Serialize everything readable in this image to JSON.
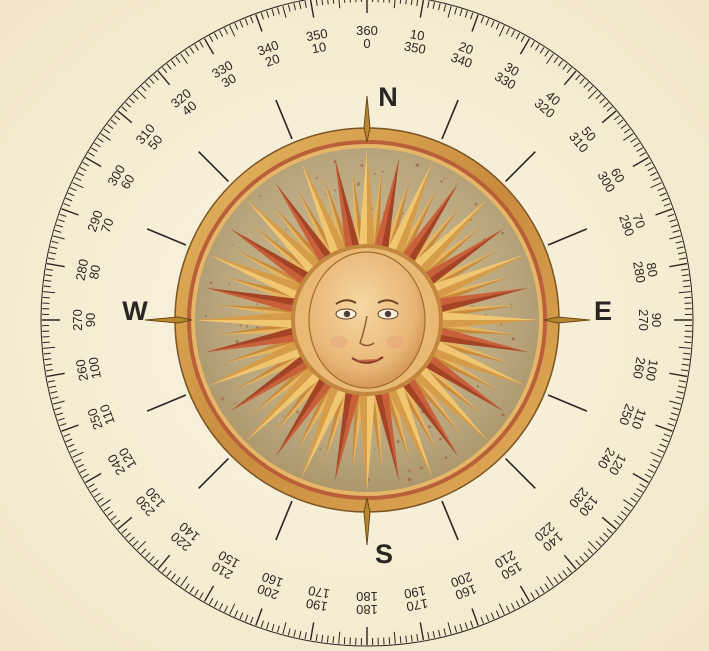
{
  "cardinals": {
    "north": "N",
    "south": "S",
    "east": "E",
    "west": "W"
  },
  "degree_labels": [
    {
      "deg": 0,
      "outer": "360",
      "inner": "0"
    },
    {
      "deg": 10,
      "outer": "10",
      "inner": "350"
    },
    {
      "deg": 20,
      "outer": "20",
      "inner": "340"
    },
    {
      "deg": 30,
      "outer": "30",
      "inner": "330"
    },
    {
      "deg": 40,
      "outer": "40",
      "inner": "320"
    },
    {
      "deg": 50,
      "outer": "50",
      "inner": "310"
    },
    {
      "deg": 60,
      "outer": "60",
      "inner": "300"
    },
    {
      "deg": 70,
      "outer": "70",
      "inner": "290"
    },
    {
      "deg": 80,
      "outer": "80",
      "inner": "280"
    },
    {
      "deg": 90,
      "outer": "90",
      "inner": "270"
    },
    {
      "deg": 100,
      "outer": "100",
      "inner": "260"
    },
    {
      "deg": 110,
      "outer": "110",
      "inner": "250"
    },
    {
      "deg": 120,
      "outer": "120",
      "inner": "240"
    },
    {
      "deg": 130,
      "outer": "130",
      "inner": "230"
    },
    {
      "deg": 140,
      "outer": "140",
      "inner": "220"
    },
    {
      "deg": 150,
      "outer": "150",
      "inner": "210"
    },
    {
      "deg": 160,
      "outer": "160",
      "inner": "200"
    },
    {
      "deg": 170,
      "outer": "170",
      "inner": "190"
    },
    {
      "deg": 180,
      "outer": "180",
      "inner": "180"
    },
    {
      "deg": 190,
      "outer": "190",
      "inner": "170"
    },
    {
      "deg": 200,
      "outer": "200",
      "inner": "160"
    },
    {
      "deg": 210,
      "outer": "210",
      "inner": "150"
    },
    {
      "deg": 220,
      "outer": "220",
      "inner": "140"
    },
    {
      "deg": 230,
      "outer": "230",
      "inner": "130"
    },
    {
      "deg": 240,
      "outer": "240",
      "inner": "120"
    },
    {
      "deg": 250,
      "outer": "250",
      "inner": "110"
    },
    {
      "deg": 260,
      "outer": "260",
      "inner": "100"
    },
    {
      "deg": 270,
      "outer": "270",
      "inner": "90"
    },
    {
      "deg": 280,
      "outer": "280",
      "inner": "80"
    },
    {
      "deg": 290,
      "outer": "290",
      "inner": "70"
    },
    {
      "deg": 300,
      "outer": "300",
      "inner": "60"
    },
    {
      "deg": 310,
      "outer": "310",
      "inner": "50"
    },
    {
      "deg": 320,
      "outer": "320",
      "inner": "40"
    },
    {
      "deg": 330,
      "outer": "330",
      "inner": "30"
    },
    {
      "deg": 340,
      "outer": "340",
      "inner": "20"
    },
    {
      "deg": 350,
      "outer": "350",
      "inner": "10"
    }
  ],
  "colors": {
    "background": "#f7f0dc",
    "ink": "#2a2520",
    "gold": "#d6a24e",
    "gold_dark": "#a8742c",
    "red_ray": "#b8552e",
    "medallion": "#c2b08a",
    "face": "#edc489"
  },
  "icons": {
    "center": "sun-face-icon",
    "rose": "compass-rose-icon"
  }
}
